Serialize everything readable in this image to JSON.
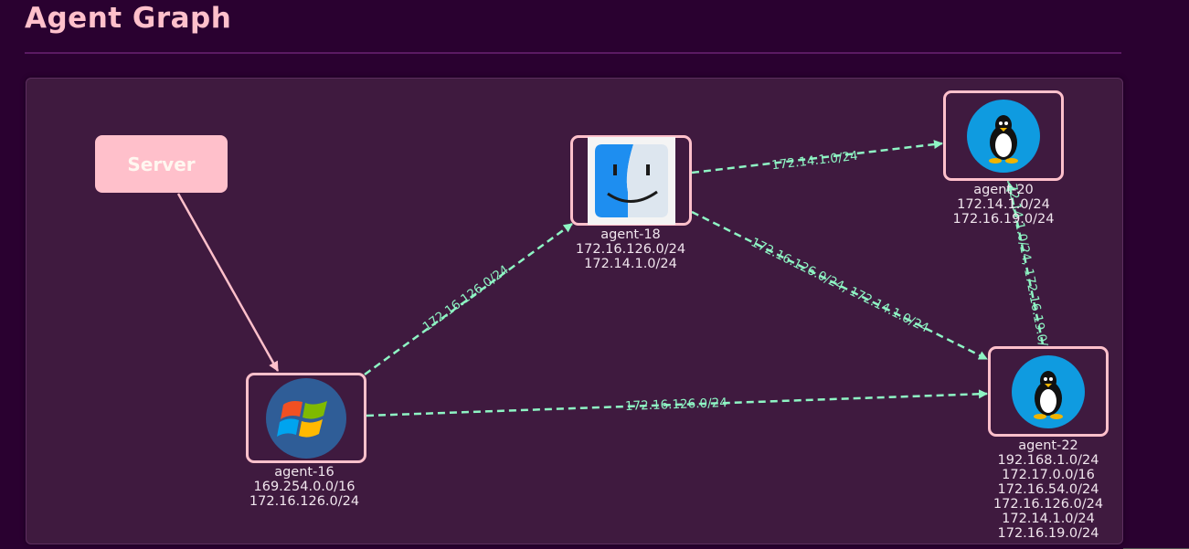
{
  "page": {
    "title": "Agent Graph"
  },
  "colors": {
    "background": "#2a0130",
    "panel": "#3f1a3f",
    "node_border": "#ffc0cb",
    "server_fill": "#ffc0cb",
    "edge_tunnel": "#8ef5c4",
    "edge_server": "#ffc0cb"
  },
  "server": {
    "label": "Server"
  },
  "agents": [
    {
      "id": "agent-16",
      "os": "windows",
      "icon": "windows-logo-icon",
      "name": "agent-16",
      "subnets": [
        "169.254.0.0/16",
        "172.16.126.0/24"
      ]
    },
    {
      "id": "agent-18",
      "os": "macos",
      "icon": "macos-finder-icon",
      "name": "agent-18",
      "subnets": [
        "172.16.126.0/24",
        "172.14.1.0/24"
      ]
    },
    {
      "id": "agent-20",
      "os": "linux",
      "icon": "linux-tux-icon",
      "name": "agent-20",
      "subnets": [
        "172.14.1.0/24",
        "172.16.19.0/24"
      ]
    },
    {
      "id": "agent-22",
      "os": "linux",
      "icon": "linux-tux-icon",
      "name": "agent-22",
      "subnets": [
        "192.168.1.0/24",
        "172.17.0.0/16",
        "172.16.54.0/24",
        "172.16.126.0/24",
        "172.14.1.0/24",
        "172.16.19.0/24"
      ]
    }
  ],
  "edges": [
    {
      "from": "server",
      "to": "agent-16",
      "label": ""
    },
    {
      "from": "agent-16",
      "to": "agent-18",
      "label": "172.16.126.0/24"
    },
    {
      "from": "agent-16",
      "to": "agent-22",
      "label": "172.16.126.0/24"
    },
    {
      "from": "agent-18",
      "to": "agent-20",
      "label": "172.14.1.0/24"
    },
    {
      "from": "agent-18",
      "to": "agent-22",
      "label": "172.16.126.0/24, 172.14.1.0/24"
    },
    {
      "from": "agent-22",
      "to": "agent-20",
      "label": "172.14.1.0/24, 172.16.19.0/24"
    }
  ]
}
